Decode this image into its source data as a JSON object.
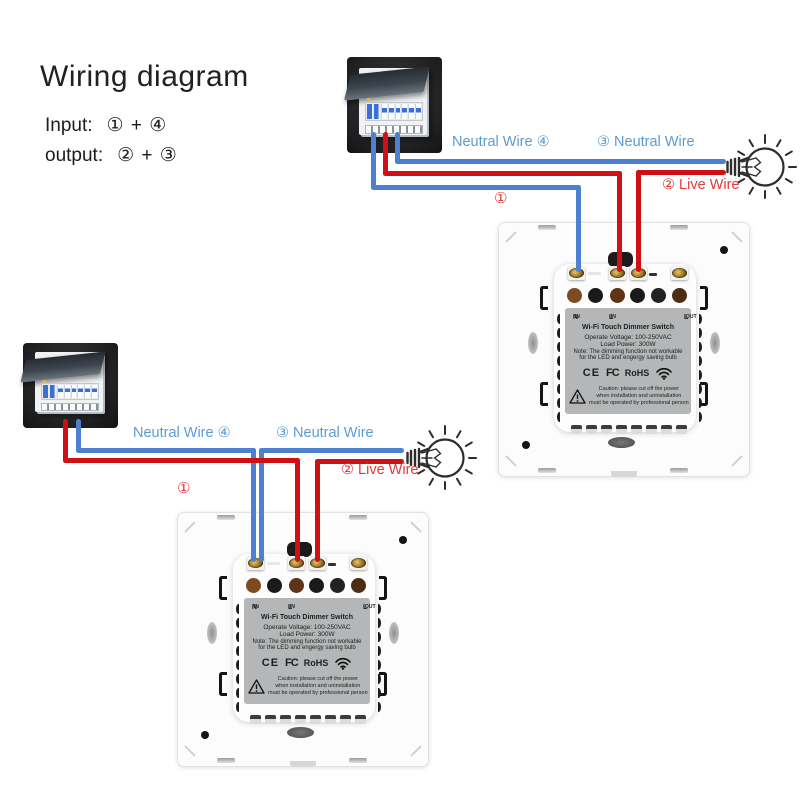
{
  "title": "Wiring diagram",
  "legend": {
    "input_label": "Input:",
    "input_value": "① + ④",
    "output_label": "output:",
    "output_value": "② + ③"
  },
  "wire_labels": {
    "neutral_from_breaker": "Neutral Wire ④",
    "neutral_to_bulb": "③ Neutral Wire",
    "live_to_bulb": "② Live Wire",
    "live_from_breaker": "①"
  },
  "switch_panel": {
    "terminals": [
      {
        "prefix": "N",
        "suffix": "-IN"
      },
      {
        "prefix": "L",
        "suffix": "-IN"
      },
      {
        "prefix": "L",
        "suffix": "-OUT"
      }
    ],
    "product_name": "Wi-Fi Touch Dimmer Switch",
    "spec_voltage": "Operate Voltage: 100-250VAC",
    "spec_power": "Load Power: 300W",
    "note_line1": "Note: The dimming function not workable",
    "note_line2": "for the LED and engergy saving bulb",
    "certifications": {
      "ce": "CE",
      "fcc": "FC",
      "rohs": "RoHS"
    },
    "caution_line1": "Caution: please cut off the power",
    "caution_line2": "when installation and uninstallation",
    "caution_line3": "must be operated by professional person"
  },
  "colors": {
    "wire_blue": "#4e80d2",
    "wire_red": "#cf1116",
    "label_blue": "#5b9bd5",
    "label_red": "#e23a3a"
  }
}
